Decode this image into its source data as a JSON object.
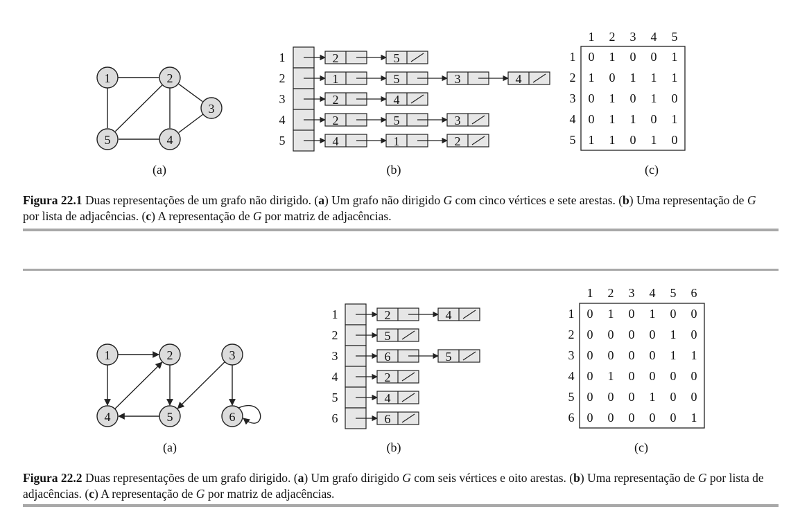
{
  "figures": [
    {
      "id": "fig1",
      "sub_labels": [
        "(a)",
        "(b)",
        "(c)"
      ],
      "graph": {
        "directed": false,
        "vertices": [
          "1",
          "2",
          "3",
          "4",
          "5"
        ],
        "edges": [
          [
            "1",
            "2"
          ],
          [
            "1",
            "5"
          ],
          [
            "2",
            "5"
          ],
          [
            "2",
            "4"
          ],
          [
            "2",
            "3"
          ],
          [
            "3",
            "4"
          ],
          [
            "4",
            "5"
          ]
        ]
      },
      "adj_list": [
        {
          "v": "1",
          "list": [
            "2",
            "5"
          ]
        },
        {
          "v": "2",
          "list": [
            "1",
            "5",
            "3",
            "4"
          ]
        },
        {
          "v": "3",
          "list": [
            "2",
            "4"
          ]
        },
        {
          "v": "4",
          "list": [
            "2",
            "5",
            "3"
          ]
        },
        {
          "v": "5",
          "list": [
            "4",
            "1",
            "2"
          ]
        }
      ],
      "matrix": {
        "cols": [
          "1",
          "2",
          "3",
          "4",
          "5"
        ],
        "rows": [
          "1",
          "2",
          "3",
          "4",
          "5"
        ],
        "values": [
          [
            "0",
            "1",
            "0",
            "0",
            "1"
          ],
          [
            "1",
            "0",
            "1",
            "1",
            "1"
          ],
          [
            "0",
            "1",
            "0",
            "1",
            "0"
          ],
          [
            "0",
            "1",
            "1",
            "0",
            "1"
          ],
          [
            "1",
            "1",
            "0",
            "1",
            "0"
          ]
        ]
      },
      "caption": {
        "label": "Figura 22.1",
        "t1": " Duas representações de um grafo não dirigido. (",
        "a": "a",
        "t2": ") Um grafo não dirigido ",
        "g1": "G",
        "t3": " com cinco vértices e sete arestas. (",
        "b": "b",
        "t4": ") Uma representação de ",
        "g2": "G",
        "t5": " por lista de adjacências. (",
        "c": "c",
        "t6": ") A representação de ",
        "g3": "G",
        "t7": " por matriz de adjacências."
      }
    },
    {
      "id": "fig2",
      "sub_labels": [
        "(a)",
        "(b)",
        "(c)"
      ],
      "graph": {
        "directed": true,
        "vertices": [
          "1",
          "2",
          "3",
          "4",
          "5",
          "6"
        ],
        "edges": [
          [
            "1",
            "2"
          ],
          [
            "1",
            "4"
          ],
          [
            "2",
            "5"
          ],
          [
            "3",
            "5"
          ],
          [
            "3",
            "6"
          ],
          [
            "4",
            "2"
          ],
          [
            "5",
            "4"
          ],
          [
            "6",
            "6"
          ]
        ]
      },
      "adj_list": [
        {
          "v": "1",
          "list": [
            "2",
            "4"
          ]
        },
        {
          "v": "2",
          "list": [
            "5"
          ]
        },
        {
          "v": "3",
          "list": [
            "6",
            "5"
          ]
        },
        {
          "v": "4",
          "list": [
            "2"
          ]
        },
        {
          "v": "5",
          "list": [
            "4"
          ]
        },
        {
          "v": "6",
          "list": [
            "6"
          ]
        }
      ],
      "matrix": {
        "cols": [
          "1",
          "2",
          "3",
          "4",
          "5",
          "6"
        ],
        "rows": [
          "1",
          "2",
          "3",
          "4",
          "5",
          "6"
        ],
        "values": [
          [
            "0",
            "1",
            "0",
            "1",
            "0",
            "0"
          ],
          [
            "0",
            "0",
            "0",
            "0",
            "1",
            "0"
          ],
          [
            "0",
            "0",
            "0",
            "0",
            "1",
            "1"
          ],
          [
            "0",
            "1",
            "0",
            "0",
            "0",
            "0"
          ],
          [
            "0",
            "0",
            "0",
            "1",
            "0",
            "0"
          ],
          [
            "0",
            "0",
            "0",
            "0",
            "0",
            "1"
          ]
        ]
      },
      "caption": {
        "label": "Figura 22.2",
        "t1": " Duas representações de um grafo dirigido. (",
        "a": "a",
        "t2": ") Um grafo dirigido ",
        "g1": "G",
        "t3": " com seis vértices e oito arestas. (",
        "b": "b",
        "t4": ") Uma representação de ",
        "g2": "G",
        "t5": " por lista de adjacências. (",
        "c": "c",
        "t6": ") A representação de ",
        "g3": "G",
        "t7": " por matriz de adjacências."
      }
    }
  ],
  "colors": {
    "cell_fill": "#e6e6e6",
    "node_fill": "#dcdcdc",
    "stroke": "#222222",
    "rule": "#a8a8a8"
  }
}
